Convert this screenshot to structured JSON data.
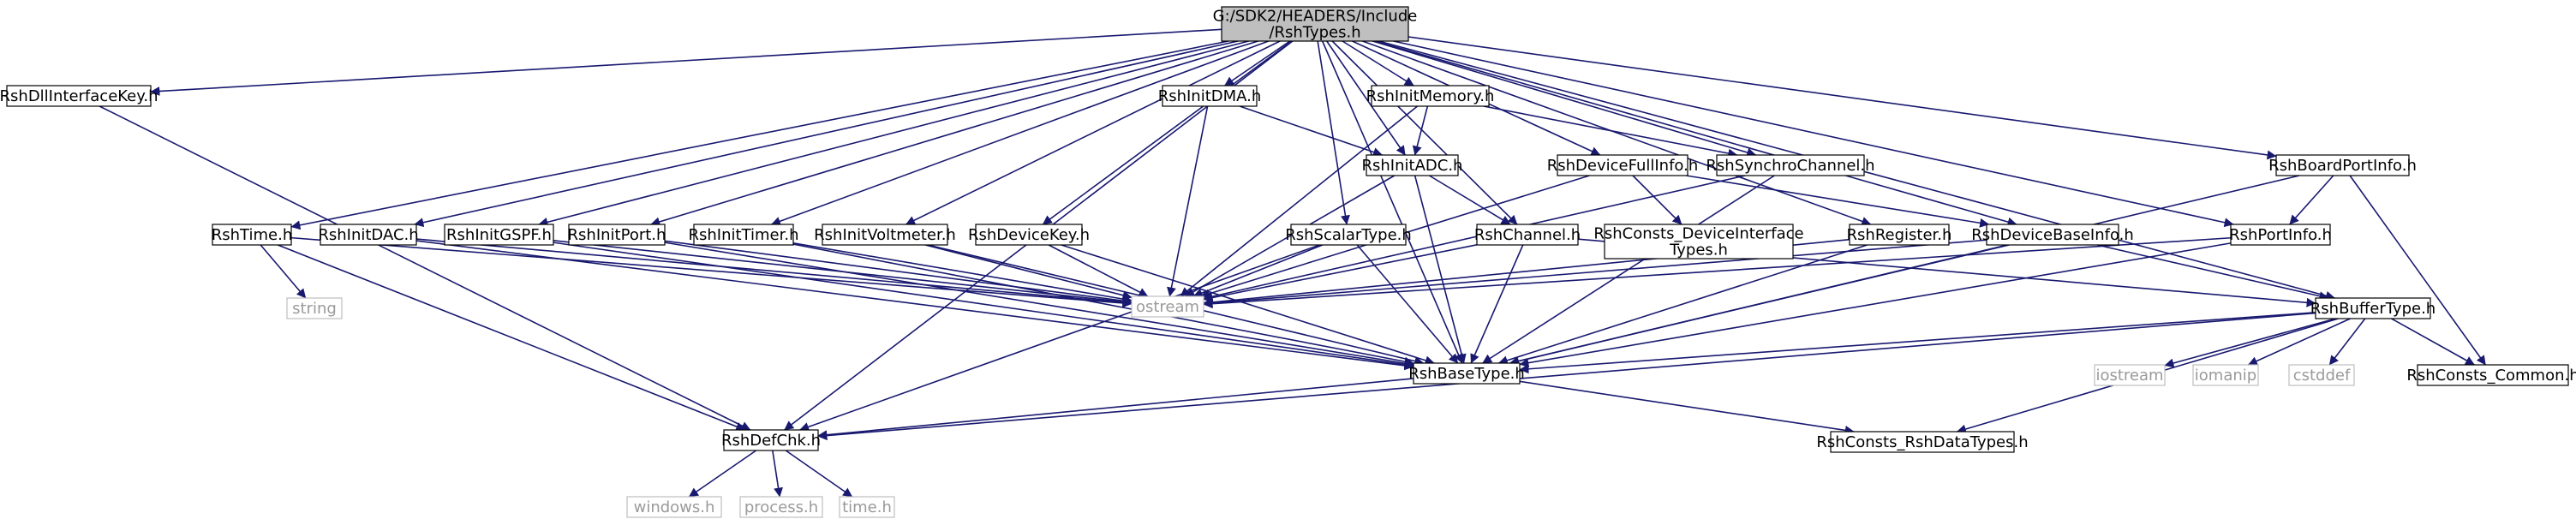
{
  "graph": {
    "root": "rsh-types",
    "colors": {
      "edge": "#191970",
      "root_fill": "#bfbfbf",
      "node_border": "#000000",
      "system_border": "#bfbfbf",
      "system_text": "#9a9a9a"
    },
    "nodes": [
      {
        "id": "rsh-types",
        "lines": [
          "G:/SDK2/HEADERS/Include",
          "/RshTypes.h"
        ],
        "kind": "root"
      },
      {
        "id": "rsh-dll-interface-key",
        "lines": [
          "RshDllInterfaceKey.h"
        ],
        "kind": "local"
      },
      {
        "id": "rsh-init-dma",
        "lines": [
          "RshInitDMA.h"
        ],
        "kind": "local"
      },
      {
        "id": "rsh-init-memory",
        "lines": [
          "RshInitMemory.h"
        ],
        "kind": "local"
      },
      {
        "id": "rsh-init-adc",
        "lines": [
          "RshInitADC.h"
        ],
        "kind": "local"
      },
      {
        "id": "rsh-device-full-info",
        "lines": [
          "RshDeviceFullInfo.h"
        ],
        "kind": "local"
      },
      {
        "id": "rsh-synchro-channel",
        "lines": [
          "RshSynchroChannel.h"
        ],
        "kind": "local"
      },
      {
        "id": "rsh-board-port-info",
        "lines": [
          "RshBoardPortInfo.h"
        ],
        "kind": "local"
      },
      {
        "id": "rsh-time",
        "lines": [
          "RshTime.h"
        ],
        "kind": "local"
      },
      {
        "id": "rsh-init-dac",
        "lines": [
          "RshInitDAC.h"
        ],
        "kind": "local"
      },
      {
        "id": "rsh-init-gspf",
        "lines": [
          "RshInitGSPF.h"
        ],
        "kind": "local"
      },
      {
        "id": "rsh-init-port",
        "lines": [
          "RshInitPort.h"
        ],
        "kind": "local"
      },
      {
        "id": "rsh-init-timer",
        "lines": [
          "RshInitTimer.h"
        ],
        "kind": "local"
      },
      {
        "id": "rsh-init-voltmeter",
        "lines": [
          "RshInitVoltmeter.h"
        ],
        "kind": "local"
      },
      {
        "id": "rsh-device-key",
        "lines": [
          "RshDeviceKey.h"
        ],
        "kind": "local"
      },
      {
        "id": "rsh-scalar-type",
        "lines": [
          "RshScalarType.h"
        ],
        "kind": "local"
      },
      {
        "id": "rsh-channel",
        "lines": [
          "RshChannel.h"
        ],
        "kind": "local"
      },
      {
        "id": "rsh-consts-device-interface-types",
        "lines": [
          "RshConsts_DeviceInterface",
          "Types.h"
        ],
        "kind": "local"
      },
      {
        "id": "rsh-register",
        "lines": [
          "RshRegister.h"
        ],
        "kind": "local"
      },
      {
        "id": "rsh-device-base-info",
        "lines": [
          "RshDeviceBaseInfo.h"
        ],
        "kind": "local"
      },
      {
        "id": "rsh-port-info",
        "lines": [
          "RshPortInfo.h"
        ],
        "kind": "local"
      },
      {
        "id": "string",
        "lines": [
          "string"
        ],
        "kind": "system"
      },
      {
        "id": "ostream",
        "lines": [
          "ostream"
        ],
        "kind": "system"
      },
      {
        "id": "rsh-buffer-type",
        "lines": [
          "RshBufferType.h"
        ],
        "kind": "local"
      },
      {
        "id": "rsh-base-type",
        "lines": [
          "RshBaseType.h"
        ],
        "kind": "local"
      },
      {
        "id": "iostream",
        "lines": [
          "iostream"
        ],
        "kind": "system"
      },
      {
        "id": "iomanip",
        "lines": [
          "iomanip"
        ],
        "kind": "system"
      },
      {
        "id": "cstddef",
        "lines": [
          "cstddef"
        ],
        "kind": "system"
      },
      {
        "id": "rsh-consts-common",
        "lines": [
          "RshConsts_Common.h"
        ],
        "kind": "local"
      },
      {
        "id": "rsh-def-chk",
        "lines": [
          "RshDefChk.h"
        ],
        "kind": "local"
      },
      {
        "id": "rsh-consts-rsh-data-types",
        "lines": [
          "RshConsts_RshDataTypes.h"
        ],
        "kind": "local"
      },
      {
        "id": "windows-h",
        "lines": [
          "windows.h"
        ],
        "kind": "system"
      },
      {
        "id": "process-h",
        "lines": [
          "process.h"
        ],
        "kind": "system"
      },
      {
        "id": "time-h",
        "lines": [
          "time.h"
        ],
        "kind": "system"
      }
    ],
    "edges": [
      [
        "rsh-types",
        "rsh-dll-interface-key"
      ],
      [
        "rsh-types",
        "rsh-init-dma"
      ],
      [
        "rsh-types",
        "rsh-init-memory"
      ],
      [
        "rsh-types",
        "rsh-init-adc"
      ],
      [
        "rsh-types",
        "rsh-device-full-info"
      ],
      [
        "rsh-types",
        "rsh-synchro-channel"
      ],
      [
        "rsh-types",
        "rsh-board-port-info"
      ],
      [
        "rsh-types",
        "rsh-time"
      ],
      [
        "rsh-types",
        "rsh-init-dac"
      ],
      [
        "rsh-types",
        "rsh-init-gspf"
      ],
      [
        "rsh-types",
        "rsh-init-port"
      ],
      [
        "rsh-types",
        "rsh-init-timer"
      ],
      [
        "rsh-types",
        "rsh-init-voltmeter"
      ],
      [
        "rsh-types",
        "rsh-device-key"
      ],
      [
        "rsh-types",
        "rsh-scalar-type"
      ],
      [
        "rsh-types",
        "rsh-channel"
      ],
      [
        "rsh-types",
        "rsh-register"
      ],
      [
        "rsh-types",
        "rsh-device-base-info"
      ],
      [
        "rsh-types",
        "rsh-port-info"
      ],
      [
        "rsh-types",
        "rsh-buffer-type"
      ],
      [
        "rsh-types",
        "rsh-base-type"
      ],
      [
        "rsh-types",
        "rsh-def-chk"
      ],
      [
        "rsh-dll-interface-key",
        "rsh-def-chk"
      ],
      [
        "rsh-init-dma",
        "rsh-init-adc"
      ],
      [
        "rsh-init-dma",
        "ostream"
      ],
      [
        "rsh-init-memory",
        "rsh-init-adc"
      ],
      [
        "rsh-init-memory",
        "rsh-synchro-channel"
      ],
      [
        "rsh-init-memory",
        "ostream"
      ],
      [
        "rsh-init-adc",
        "rsh-channel"
      ],
      [
        "rsh-init-adc",
        "ostream"
      ],
      [
        "rsh-init-adc",
        "rsh-base-type"
      ],
      [
        "rsh-device-full-info",
        "rsh-consts-device-interface-types"
      ],
      [
        "rsh-device-full-info",
        "rsh-device-base-info"
      ],
      [
        "rsh-device-full-info",
        "ostream"
      ],
      [
        "rsh-synchro-channel",
        "ostream"
      ],
      [
        "rsh-synchro-channel",
        "rsh-base-type"
      ],
      [
        "rsh-board-port-info",
        "rsh-port-info"
      ],
      [
        "rsh-board-port-info",
        "rsh-consts-common"
      ],
      [
        "rsh-board-port-info",
        "rsh-base-type"
      ],
      [
        "rsh-time",
        "string"
      ],
      [
        "rsh-time",
        "ostream"
      ],
      [
        "rsh-time",
        "rsh-def-chk"
      ],
      [
        "rsh-init-dac",
        "ostream"
      ],
      [
        "rsh-init-dac",
        "rsh-base-type"
      ],
      [
        "rsh-init-gspf",
        "ostream"
      ],
      [
        "rsh-init-gspf",
        "rsh-base-type"
      ],
      [
        "rsh-init-port",
        "ostream"
      ],
      [
        "rsh-init-port",
        "rsh-base-type"
      ],
      [
        "rsh-init-timer",
        "ostream"
      ],
      [
        "rsh-init-timer",
        "rsh-base-type"
      ],
      [
        "rsh-init-voltmeter",
        "ostream"
      ],
      [
        "rsh-init-voltmeter",
        "rsh-base-type"
      ],
      [
        "rsh-device-key",
        "ostream"
      ],
      [
        "rsh-device-key",
        "rsh-base-type"
      ],
      [
        "rsh-scalar-type",
        "ostream"
      ],
      [
        "rsh-scalar-type",
        "rsh-base-type"
      ],
      [
        "rsh-scalar-type",
        "rsh-def-chk"
      ],
      [
        "rsh-channel",
        "ostream"
      ],
      [
        "rsh-channel",
        "rsh-base-type"
      ],
      [
        "rsh-channel",
        "rsh-buffer-type"
      ],
      [
        "rsh-register",
        "ostream"
      ],
      [
        "rsh-register",
        "rsh-base-type"
      ],
      [
        "rsh-device-base-info",
        "ostream"
      ],
      [
        "rsh-device-base-info",
        "rsh-base-type"
      ],
      [
        "rsh-device-base-info",
        "rsh-buffer-type"
      ],
      [
        "rsh-port-info",
        "ostream"
      ],
      [
        "rsh-port-info",
        "rsh-base-type"
      ],
      [
        "rsh-buffer-type",
        "rsh-base-type"
      ],
      [
        "rsh-buffer-type",
        "iostream"
      ],
      [
        "rsh-buffer-type",
        "iomanip"
      ],
      [
        "rsh-buffer-type",
        "cstddef"
      ],
      [
        "rsh-buffer-type",
        "rsh-consts-common"
      ],
      [
        "rsh-buffer-type",
        "rsh-consts-rsh-data-types"
      ],
      [
        "rsh-buffer-type",
        "rsh-def-chk"
      ],
      [
        "rsh-base-type",
        "rsh-def-chk"
      ],
      [
        "rsh-base-type",
        "rsh-consts-rsh-data-types"
      ],
      [
        "rsh-def-chk",
        "windows-h"
      ],
      [
        "rsh-def-chk",
        "process-h"
      ],
      [
        "rsh-def-chk",
        "time-h"
      ]
    ]
  }
}
